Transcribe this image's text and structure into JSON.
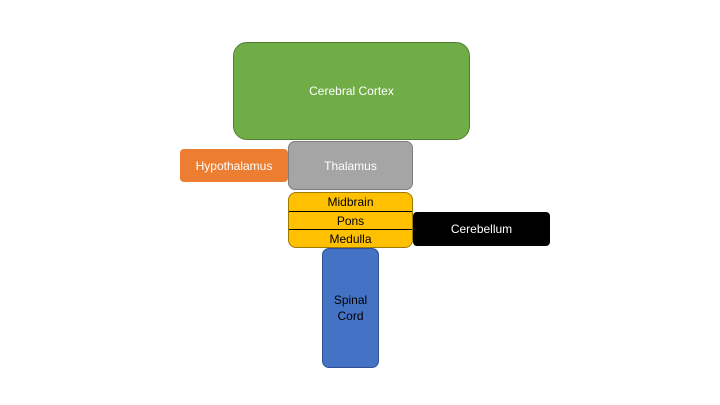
{
  "diagram": {
    "nodes": {
      "cerebral_cortex": {
        "label": "Cerebral Cortex",
        "color": "#70ad47"
      },
      "thalamus": {
        "label": "Thalamus",
        "color": "#a5a5a5"
      },
      "hypothalamus": {
        "label": "Hypothalamus",
        "color": "#ed7d31"
      },
      "brainstem": {
        "color": "#ffc000",
        "segments": [
          "Midbrain",
          "Pons",
          "Medulla"
        ]
      },
      "cerebellum": {
        "label": "Cerebellum",
        "color": "#000000"
      },
      "spinal_cord": {
        "label_lines": [
          "Spinal",
          "Cord"
        ],
        "color": "#4472c4"
      }
    }
  }
}
